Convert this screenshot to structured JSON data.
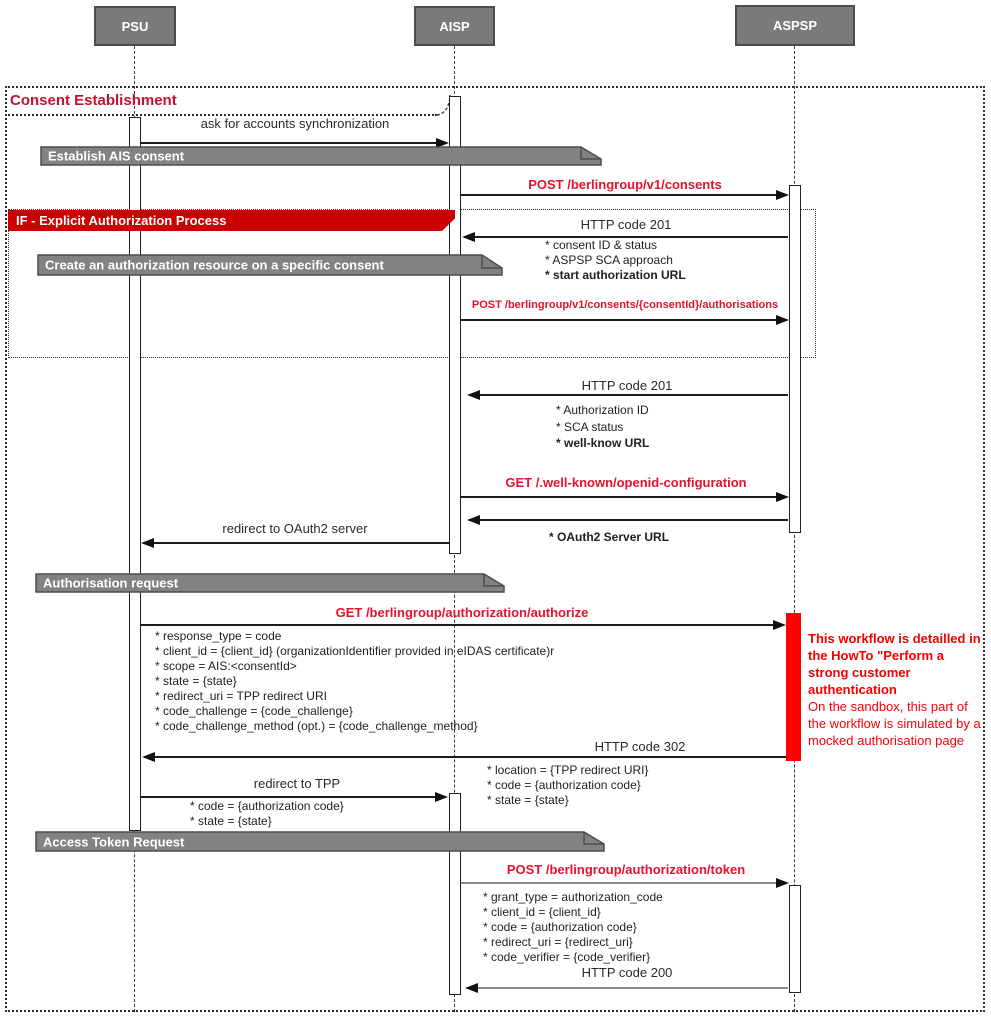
{
  "frame": {
    "title": "Consent Establishment"
  },
  "actors": [
    "PSU",
    "AISP",
    "ASPSP"
  ],
  "if_group": {
    "label": "IF -  Explicit Authorization Process"
  },
  "notes": {
    "establish_consent": "Establish AIS consent",
    "create_authorization": "Create an authorization resource on a specific consent",
    "authorisation_request": "Authorisation request",
    "access_token_request": "Access Token Request"
  },
  "messages": {
    "ask_sync": "ask for accounts synchronization",
    "post_consents": "POST /berlingroup/v1/consents",
    "http_201_consent": "HTTP code 201",
    "post_authorisations": "POST /berlingroup/v1/consents/{consentId}/authorisations",
    "http_201_auth": "HTTP code 201",
    "get_wellknown": "GET /.well-known/openid-configuration",
    "redirect_oauth2": "redirect to OAuth2 server",
    "get_authorize": "GET /berlingroup/authorization/authorize",
    "http_302": "HTTP code 302",
    "redirect_tpp": "redirect to TPP",
    "post_token": "POST /berlingroup/authorization/token",
    "http_200": "HTTP code 200"
  },
  "bullets": {
    "consent_201": [
      "* consent ID & status",
      "* ASPSP SCA approach",
      "* start authorization URL"
    ],
    "auth_201": [
      "* Authorization ID",
      "* SCA status",
      "* well-know URL"
    ],
    "oauth2_url": [
      "* OAuth2 Server URL"
    ],
    "authorize_params": [
      "* response_type = code",
      "* client_id = {client_id} (organizationIdentifier provided in eIDAS certificate)r",
      "* scope = AIS:<consentId>",
      "* state = {state}",
      "* redirect_uri = TPP redirect URI",
      "* code_challenge = {code_challenge}",
      "* code_challenge_method (opt.) = {code_challenge_method}"
    ],
    "redirect_302": [
      "* location = {TPP redirect URI}",
      "* code = {authorization code}",
      "* state = {state}"
    ],
    "tpp_redirect": [
      "* code = {authorization code}",
      "* state = {state}"
    ],
    "token_params": [
      "* grant_type = authorization_code",
      "* client_id = {client_id}",
      "* code = {authorization code}",
      "* redirect_uri = {redirect_uri}",
      "* code_verifier = {code_verifier}"
    ]
  },
  "side_annotation": {
    "bold": "This workflow is detailled in the HowTo \"Perform a strong customer authentication",
    "normal": "On the sandbox, this part of the workflow is simulated by a mocked authorisation page"
  },
  "colors": {
    "actor_fill": "#7a7a7a",
    "note_fill": "#828282",
    "if_label_fill": "#cc0000",
    "message_red": "#e8112d",
    "annotation_red": "#fb0007",
    "activation_red": "#ff0000",
    "frame_title_red": "#c8102e"
  }
}
